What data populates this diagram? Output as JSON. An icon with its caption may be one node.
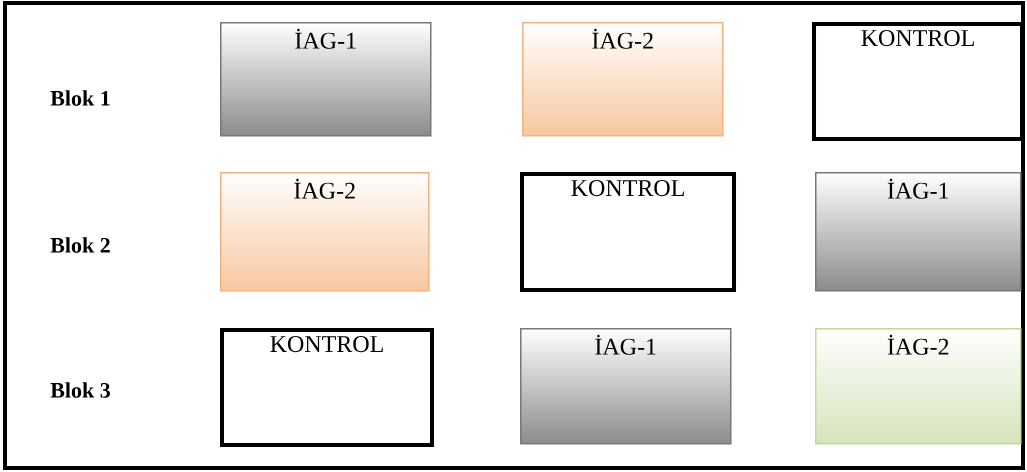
{
  "diagram": {
    "nodes": [
      {
        "text": [
          "İAG-1"
        ]
      },
      {
        "text": [
          "İAG-2"
        ]
      },
      {
        "text": [
          "KONTROL"
        ]
      },
      {
        "text": [
          "İAG-2"
        ]
      },
      {
        "text": [
          "KONTROL"
        ]
      },
      {
        "text": [
          "İAG-1"
        ]
      },
      {
        "text": [
          "KONTROL"
        ]
      },
      {
        "text": [
          "İAG-1"
        ]
      },
      {
        "text": [
          "İAG-2"
        ]
      }
    ],
    "labels": [
      "Blok 1",
      "Blok 2",
      "Blok 3"
    ]
  }
}
